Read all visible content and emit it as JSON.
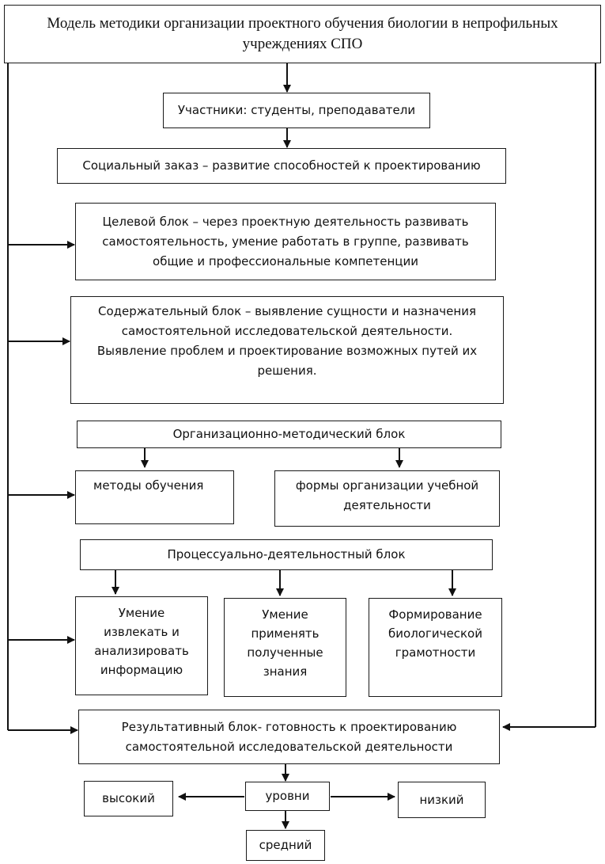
{
  "diagram": {
    "title": "Модель методики организации проектного обучения биологии в непрофильных учреждениях СПО",
    "participants": "Участники: студенты, преподаватели",
    "social_order": "Социальный заказ – развитие способностей к проектированию",
    "target_block": "Целевой блок – через проектную деятельность развивать самостоятельность, умение работать в группе, развивать общие и профессиональные компетенции",
    "content_block": "Содержательный блок – выявление сущности и назначения самостоятельной исследовательской деятельности. Выявление проблем и проектирование возможных путей их решения.",
    "org_method_block": "Организационно-методический блок",
    "teaching_methods": "методы обучения",
    "forms_of_organization": "формы организации учебной деятельности",
    "process_activity_block": "Процессуально-деятельностный блок",
    "skill_extract": "Умение извлекать и анализировать информацию",
    "skill_apply": "Умение применять полученные знания",
    "bio_literacy": "Формирование биологической грамотности",
    "result_block": "Результативный блок- готовность к проектированию самостоятельной исследовательской деятельности",
    "levels": "уровни",
    "level_high": "высокий",
    "level_low": "низкий",
    "level_medium": "средний"
  },
  "colors": {
    "line": "#111111",
    "text": "#111111",
    "background": "#ffffff"
  }
}
